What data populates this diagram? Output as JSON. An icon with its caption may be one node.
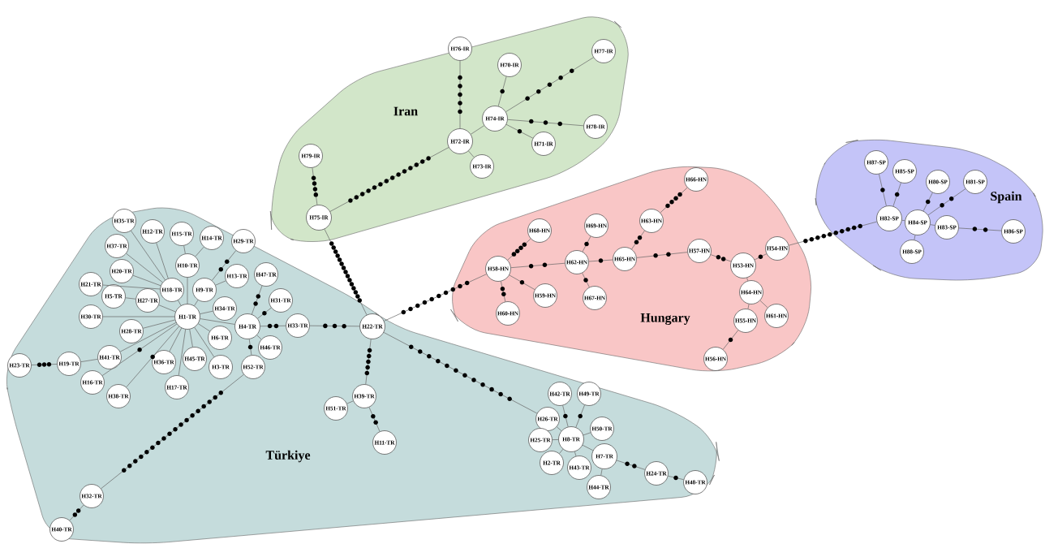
{
  "diagram": {
    "nodes": [
      {
        "text": [
          "Iran"
        ]
      },
      {
        "text": [
          "H76-IR"
        ],
        "in": 0
      },
      {
        "text": [
          "H70-IR"
        ],
        "in": 0
      },
      {
        "text": [
          "H77-IR"
        ],
        "in": 0
      },
      {
        "text": [
          "H74-IR"
        ],
        "in": 0
      },
      {
        "text": [
          "H72-IR"
        ],
        "in": 0
      },
      {
        "text": [
          "H78-IR"
        ],
        "in": 0
      },
      {
        "text": [
          "H71-IR"
        ],
        "in": 0
      },
      {
        "text": [
          "H79-IR"
        ],
        "in": 0
      },
      {
        "text": [
          "H73-IR"
        ],
        "in": 0
      },
      {
        "text": [
          "H75-IR"
        ],
        "in": 0
      },
      {
        "text": [
          "Spain"
        ]
      },
      {
        "text": [
          "H87-SP"
        ],
        "in": 11
      },
      {
        "text": [
          "H85-SP"
        ],
        "in": 11
      },
      {
        "text": [
          "H80-SP"
        ],
        "in": 11
      },
      {
        "text": [
          "H81-SP"
        ],
        "in": 11
      },
      {
        "text": [
          "H82-SP"
        ],
        "in": 11
      },
      {
        "text": [
          "H84-SP"
        ],
        "in": 11
      },
      {
        "text": [
          "H83-SP"
        ],
        "in": 11
      },
      {
        "text": [
          "H86-SP"
        ],
        "in": 11
      },
      {
        "text": [
          "H88-SP"
        ],
        "in": 11
      },
      {
        "text": [
          "Hungary"
        ]
      },
      {
        "text": [
          "H66-HN"
        ],
        "in": 21
      },
      {
        "text": [
          "H68-HN"
        ],
        "in": 21
      },
      {
        "text": [
          "H69-HN"
        ],
        "in": 21
      },
      {
        "text": [
          "H63-HN"
        ],
        "in": 21
      },
      {
        "text": [
          "H57-HN"
        ],
        "in": 21
      },
      {
        "text": [
          "H54-HN"
        ],
        "in": 21
      },
      {
        "text": [
          "H62-HN"
        ],
        "in": 21
      },
      {
        "text": [
          "H58-HN"
        ],
        "in": 21
      },
      {
        "text": [
          "H53-HN"
        ],
        "in": 21
      },
      {
        "text": [
          "H65-HN"
        ],
        "in": 21
      },
      {
        "text": [
          "H64-HN"
        ],
        "in": 21
      },
      {
        "text": [
          "H59-HN"
        ],
        "in": 21
      },
      {
        "text": [
          "H67-HN"
        ],
        "in": 21
      },
      {
        "text": [
          "H60-HN"
        ],
        "in": 21
      },
      {
        "text": [
          "H61-HN"
        ],
        "in": 21
      },
      {
        "text": [
          "H55-HN"
        ],
        "in": 21
      },
      {
        "text": [
          "H56-HN"
        ],
        "in": 21
      },
      {
        "text": [
          "Türkiye"
        ]
      },
      {
        "text": [
          "H35-TR"
        ],
        "in": 39
      },
      {
        "text": [
          "H12-TR"
        ],
        "in": 39
      },
      {
        "text": [
          "H15-TR"
        ],
        "in": 39
      },
      {
        "text": [
          "H14-TR"
        ],
        "in": 39
      },
      {
        "text": [
          "H29-TR"
        ],
        "in": 39
      },
      {
        "text": [
          "H37-TR"
        ],
        "in": 39
      },
      {
        "text": [
          "H10-TR"
        ],
        "in": 39
      },
      {
        "text": [
          "H47-TR"
        ],
        "in": 39
      },
      {
        "text": [
          "H20-TR"
        ],
        "in": 39
      },
      {
        "text": [
          "H13-TR"
        ],
        "in": 39
      },
      {
        "text": [
          "H21-TR"
        ],
        "in": 39
      },
      {
        "text": [
          "H18-TR"
        ],
        "in": 39
      },
      {
        "text": [
          "H9-TR"
        ],
        "in": 39
      },
      {
        "text": [
          "H5-TR"
        ],
        "in": 39
      },
      {
        "text": [
          "H27-TR"
        ],
        "in": 39
      },
      {
        "text": [
          "H34-TR"
        ],
        "in": 39
      },
      {
        "text": [
          "H31-TR"
        ],
        "in": 39
      },
      {
        "text": [
          "H1-TR"
        ],
        "in": 39
      },
      {
        "text": [
          "H30-TR"
        ],
        "in": 39
      },
      {
        "text": [
          "H28-TR"
        ],
        "in": 39
      },
      {
        "text": [
          "H4-TR"
        ],
        "in": 39
      },
      {
        "text": [
          "H33-TR"
        ],
        "in": 39
      },
      {
        "text": [
          "H22-TR"
        ],
        "in": 39
      },
      {
        "text": [
          "H6-TR"
        ],
        "in": 39
      },
      {
        "text": [
          "H46-TR"
        ],
        "in": 39
      },
      {
        "text": [
          "H41-TR"
        ],
        "in": 39
      },
      {
        "text": [
          "H45-TR"
        ],
        "in": 39
      },
      {
        "text": [
          "H19-TR"
        ],
        "in": 39
      },
      {
        "text": [
          "H36-TR"
        ],
        "in": 39
      },
      {
        "text": [
          "H3-TR"
        ],
        "in": 39
      },
      {
        "text": [
          "H52-TR"
        ],
        "in": 39
      },
      {
        "text": [
          "H23-TR"
        ],
        "in": 39
      },
      {
        "text": [
          "H16-TR"
        ],
        "in": 39
      },
      {
        "text": [
          "H17-TR"
        ],
        "in": 39
      },
      {
        "text": [
          "H38-TR"
        ],
        "in": 39
      },
      {
        "text": [
          "H42-TR"
        ],
        "in": 39
      },
      {
        "text": [
          "H49-TR"
        ],
        "in": 39
      },
      {
        "text": [
          "H39-TR"
        ],
        "in": 39
      },
      {
        "text": [
          "H51-TR"
        ],
        "in": 39
      },
      {
        "text": [
          "H26-TR"
        ],
        "in": 39
      },
      {
        "text": [
          "H50-TR"
        ],
        "in": 39
      },
      {
        "text": [
          "H25-TR"
        ],
        "in": 39
      },
      {
        "text": [
          "H8-TR"
        ],
        "in": 39
      },
      {
        "text": [
          "H11-TR"
        ],
        "in": 39
      },
      {
        "text": [
          "H7-TR"
        ],
        "in": 39
      },
      {
        "text": [
          "H2-TR"
        ],
        "in": 39
      },
      {
        "text": [
          "H43-TR"
        ],
        "in": 39
      },
      {
        "text": [
          "H24-TR"
        ],
        "in": 39
      },
      {
        "text": [
          "H48-TR"
        ],
        "in": 39
      },
      {
        "text": [
          "H44-TR"
        ],
        "in": 39
      },
      {
        "text": [
          "H32-TR"
        ],
        "in": 39
      },
      {
        "text": [
          "H40-TR"
        ],
        "in": 39
      }
    ],
    "edges": [
      {
        "from": 1,
        "to": 5,
        "arrow": "none"
      },
      {
        "from": 5,
        "to": 4,
        "arrow": "none"
      },
      {
        "from": 4,
        "to": 2,
        "arrow": "none"
      },
      {
        "from": 4,
        "to": 3,
        "arrow": "none"
      },
      {
        "from": 4,
        "to": 6,
        "arrow": "none"
      },
      {
        "from": 4,
        "to": 7,
        "arrow": "none"
      },
      {
        "from": 5,
        "to": 9,
        "arrow": "none"
      },
      {
        "from": 5,
        "to": 10,
        "arrow": "none"
      },
      {
        "from": 8,
        "to": 10,
        "arrow": "none"
      },
      {
        "from": 10,
        "to": 62,
        "arrow": "none"
      },
      {
        "from": 16,
        "to": 12,
        "arrow": "none"
      },
      {
        "from": 16,
        "to": 13,
        "arrow": "none"
      },
      {
        "from": 16,
        "to": 17,
        "arrow": "none"
      },
      {
        "from": 17,
        "to": 14,
        "arrow": "none"
      },
      {
        "from": 17,
        "to": 15,
        "arrow": "none"
      },
      {
        "from": 17,
        "to": 18,
        "arrow": "none"
      },
      {
        "from": 17,
        "to": 20,
        "arrow": "none"
      },
      {
        "from": 18,
        "to": 19,
        "arrow": "none"
      },
      {
        "from": 62,
        "to": 29,
        "arrow": "none"
      },
      {
        "from": 29,
        "to": 23,
        "arrow": "none"
      },
      {
        "from": 29,
        "to": 35,
        "arrow": "none"
      },
      {
        "from": 29,
        "to": 33,
        "arrow": "none"
      },
      {
        "from": 29,
        "to": 28,
        "arrow": "none"
      },
      {
        "from": 28,
        "to": 24,
        "arrow": "none"
      },
      {
        "from": 28,
        "to": 34,
        "arrow": "none"
      },
      {
        "from": 28,
        "to": 31,
        "arrow": "none"
      },
      {
        "from": 31,
        "to": 25,
        "arrow": "none"
      },
      {
        "from": 25,
        "to": 22,
        "arrow": "none"
      },
      {
        "from": 31,
        "to": 26,
        "arrow": "none"
      },
      {
        "from": 26,
        "to": 30,
        "arrow": "none"
      },
      {
        "from": 30,
        "to": 27,
        "arrow": "none"
      },
      {
        "from": 30,
        "to": 32,
        "arrow": "none"
      },
      {
        "from": 32,
        "to": 36,
        "arrow": "none"
      },
      {
        "from": 32,
        "to": 37,
        "arrow": "none"
      },
      {
        "from": 37,
        "to": 38,
        "arrow": "none"
      },
      {
        "from": 27,
        "to": 16,
        "arrow": "none"
      },
      {
        "from": 40,
        "to": 51,
        "arrow": "none"
      },
      {
        "from": 41,
        "to": 51,
        "arrow": "none"
      },
      {
        "from": 45,
        "to": 51,
        "arrow": "none"
      },
      {
        "from": 48,
        "to": 51,
        "arrow": "none"
      },
      {
        "from": 50,
        "to": 51,
        "arrow": "none"
      },
      {
        "from": 51,
        "to": 57,
        "arrow": "none"
      },
      {
        "from": 42,
        "to": 46,
        "arrow": "none"
      },
      {
        "from": 43,
        "to": 46,
        "arrow": "none"
      },
      {
        "from": 46,
        "to": 57,
        "arrow": "none"
      },
      {
        "from": 44,
        "to": 52,
        "arrow": "none"
      },
      {
        "from": 49,
        "to": 52,
        "arrow": "none"
      },
      {
        "from": 52,
        "to": 57,
        "arrow": "none"
      },
      {
        "from": 53,
        "to": 54,
        "arrow": "none"
      },
      {
        "from": 54,
        "to": 57,
        "arrow": "none"
      },
      {
        "from": 58,
        "to": 57,
        "arrow": "none"
      },
      {
        "from": 59,
        "to": 57,
        "arrow": "none"
      },
      {
        "from": 55,
        "to": 57,
        "arrow": "none"
      },
      {
        "from": 63,
        "to": 57,
        "arrow": "none"
      },
      {
        "from": 66,
        "to": 57,
        "arrow": "none"
      },
      {
        "from": 69,
        "to": 57,
        "arrow": "none"
      },
      {
        "from": 68,
        "to": 57,
        "arrow": "none"
      },
      {
        "from": 73,
        "to": 57,
        "arrow": "none"
      },
      {
        "from": 65,
        "to": 57,
        "arrow": "none"
      },
      {
        "from": 67,
        "to": 65,
        "arrow": "none"
      },
      {
        "from": 71,
        "to": 67,
        "arrow": "none"
      },
      {
        "from": 72,
        "to": 57,
        "arrow": "none"
      },
      {
        "from": 74,
        "to": 57,
        "arrow": "none"
      },
      {
        "from": 57,
        "to": 60,
        "arrow": "none"
      },
      {
        "from": 60,
        "to": 47,
        "arrow": "none"
      },
      {
        "from": 60,
        "to": 56,
        "arrow": "none"
      },
      {
        "from": 60,
        "to": 64,
        "arrow": "none"
      },
      {
        "from": 60,
        "to": 61,
        "arrow": "none"
      },
      {
        "from": 60,
        "to": 70,
        "arrow": "none"
      },
      {
        "from": 70,
        "to": 90,
        "arrow": "none"
      },
      {
        "from": 90,
        "to": 91,
        "arrow": "none"
      },
      {
        "from": 61,
        "to": 62,
        "arrow": "none"
      },
      {
        "from": 62,
        "to": 77,
        "arrow": "none"
      },
      {
        "from": 77,
        "to": 78,
        "arrow": "none"
      },
      {
        "from": 77,
        "to": 83,
        "arrow": "none"
      },
      {
        "from": 62,
        "to": 79,
        "arrow": "none"
      },
      {
        "from": 79,
        "to": 82,
        "arrow": "none"
      },
      {
        "from": 75,
        "to": 82,
        "arrow": "none"
      },
      {
        "from": 76,
        "to": 82,
        "arrow": "none"
      },
      {
        "from": 80,
        "to": 82,
        "arrow": "none"
      },
      {
        "from": 81,
        "to": 82,
        "arrow": "none"
      },
      {
        "from": 85,
        "to": 82,
        "arrow": "none"
      },
      {
        "from": 86,
        "to": 82,
        "arrow": "none"
      },
      {
        "from": 82,
        "to": 84,
        "arrow": "none"
      },
      {
        "from": 84,
        "to": 89,
        "arrow": "none"
      },
      {
        "from": 84,
        "to": 87,
        "arrow": "none"
      },
      {
        "from": 87,
        "to": 88,
        "arrow": "none"
      }
    ]
  }
}
